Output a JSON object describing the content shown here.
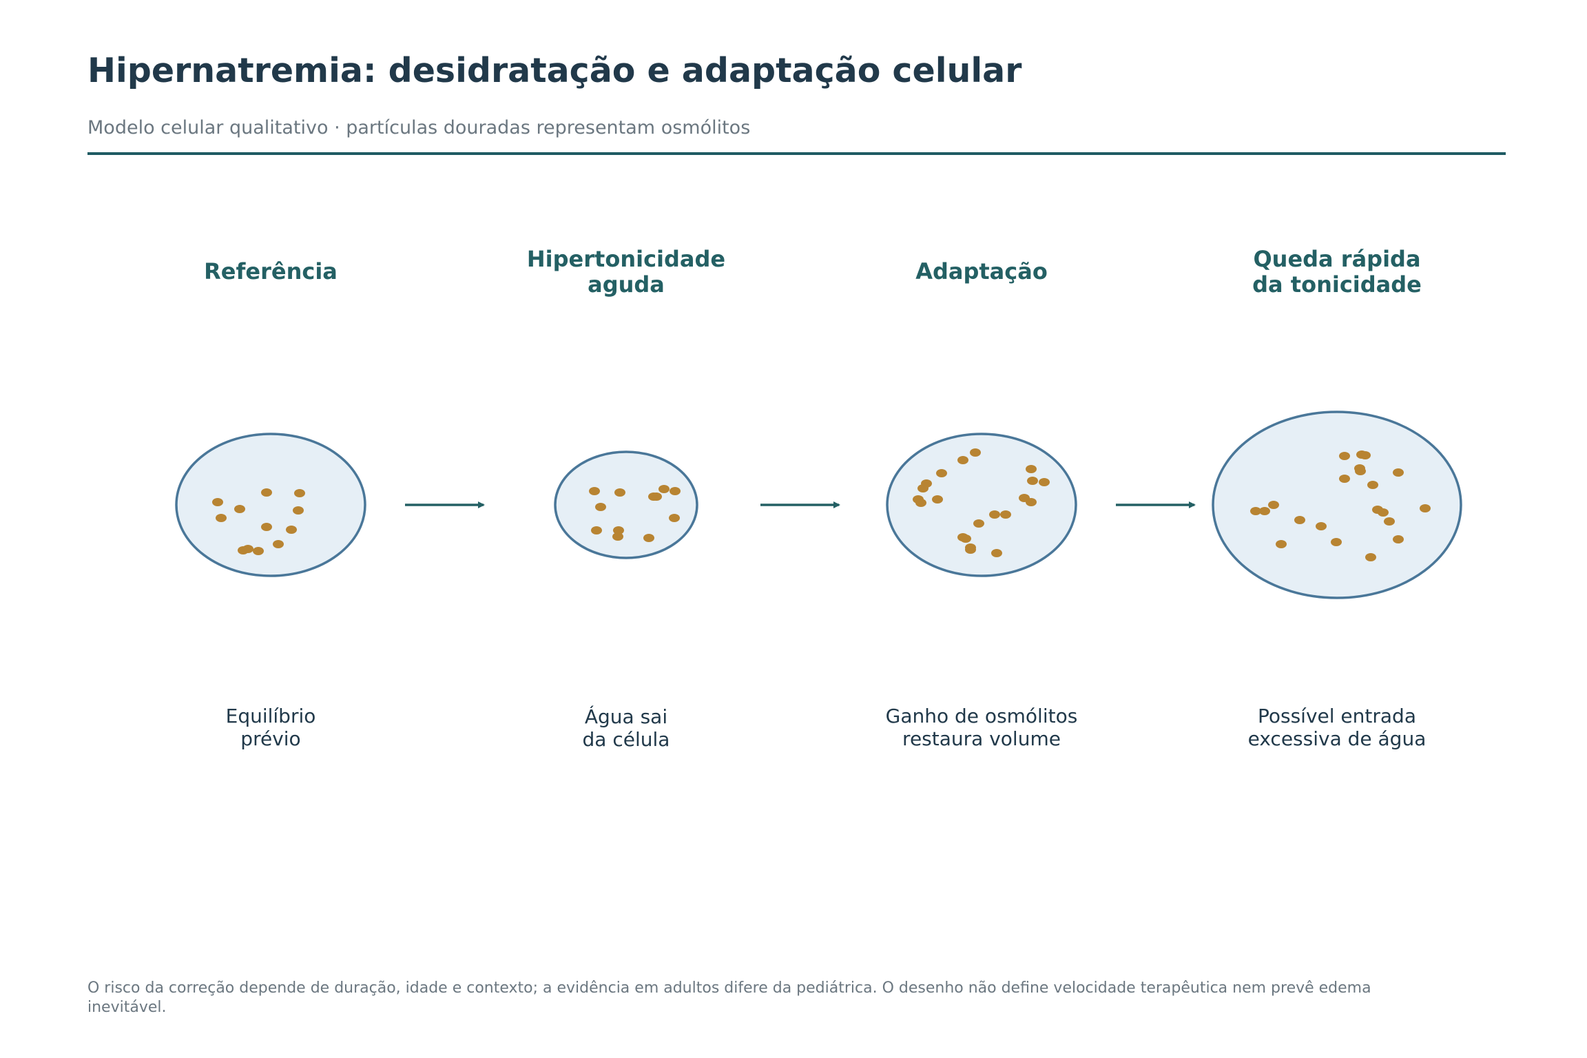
{
  "header": {
    "title": "Hipernatremia: desidratação e adaptação celular",
    "subtitle": "Modelo celular qualitativo · partículas douradas representam osmólitos"
  },
  "stages": [
    {
      "title": [
        "Referência"
      ],
      "caption": [
        "Equilíbrio",
        "prévio"
      ]
    },
    {
      "title": [
        "Hipertonicidade",
        "aguda"
      ],
      "caption": [
        "Água sai",
        "da célula"
      ]
    },
    {
      "title": [
        "Adaptação"
      ],
      "caption": [
        "Ganho de osmólitos",
        "restaura volume"
      ]
    },
    {
      "title": [
        "Queda rápida",
        "da tonicidade"
      ],
      "caption": [
        "Possível entrada",
        "excessiva de água"
      ]
    }
  ],
  "footnote": "O risco da correção depende de duração, idade e contexto; a evidência em adultos difere da pediátrica. O desenho não define velocidade terapêutica nem prevê edema inevitável.",
  "colors": {
    "cell_fill": "#e6eff6",
    "cell_stroke": "#4a7799",
    "osmolyte": "#b88432",
    "arrow": "#246064",
    "heading": "#246064",
    "title": "#21394a"
  }
}
